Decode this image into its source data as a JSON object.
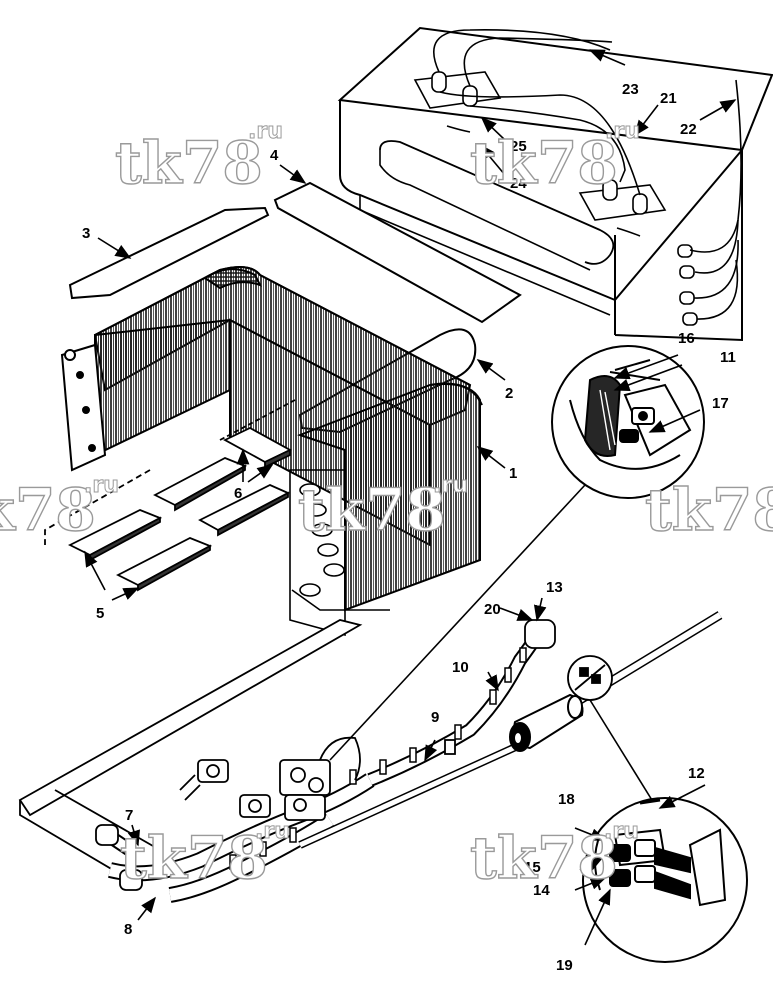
{
  "diagram": {
    "callouts": [
      "1",
      "2",
      "3",
      "4",
      "5",
      "6",
      "7",
      "8",
      "9",
      "10",
      "11",
      "12",
      "13",
      "14",
      "15",
      "16",
      "17",
      "18",
      "19",
      "20",
      "21",
      "22",
      "23",
      "24",
      "25"
    ],
    "watermark": {
      "main": "tk78",
      "suffix": ".ru"
    }
  }
}
